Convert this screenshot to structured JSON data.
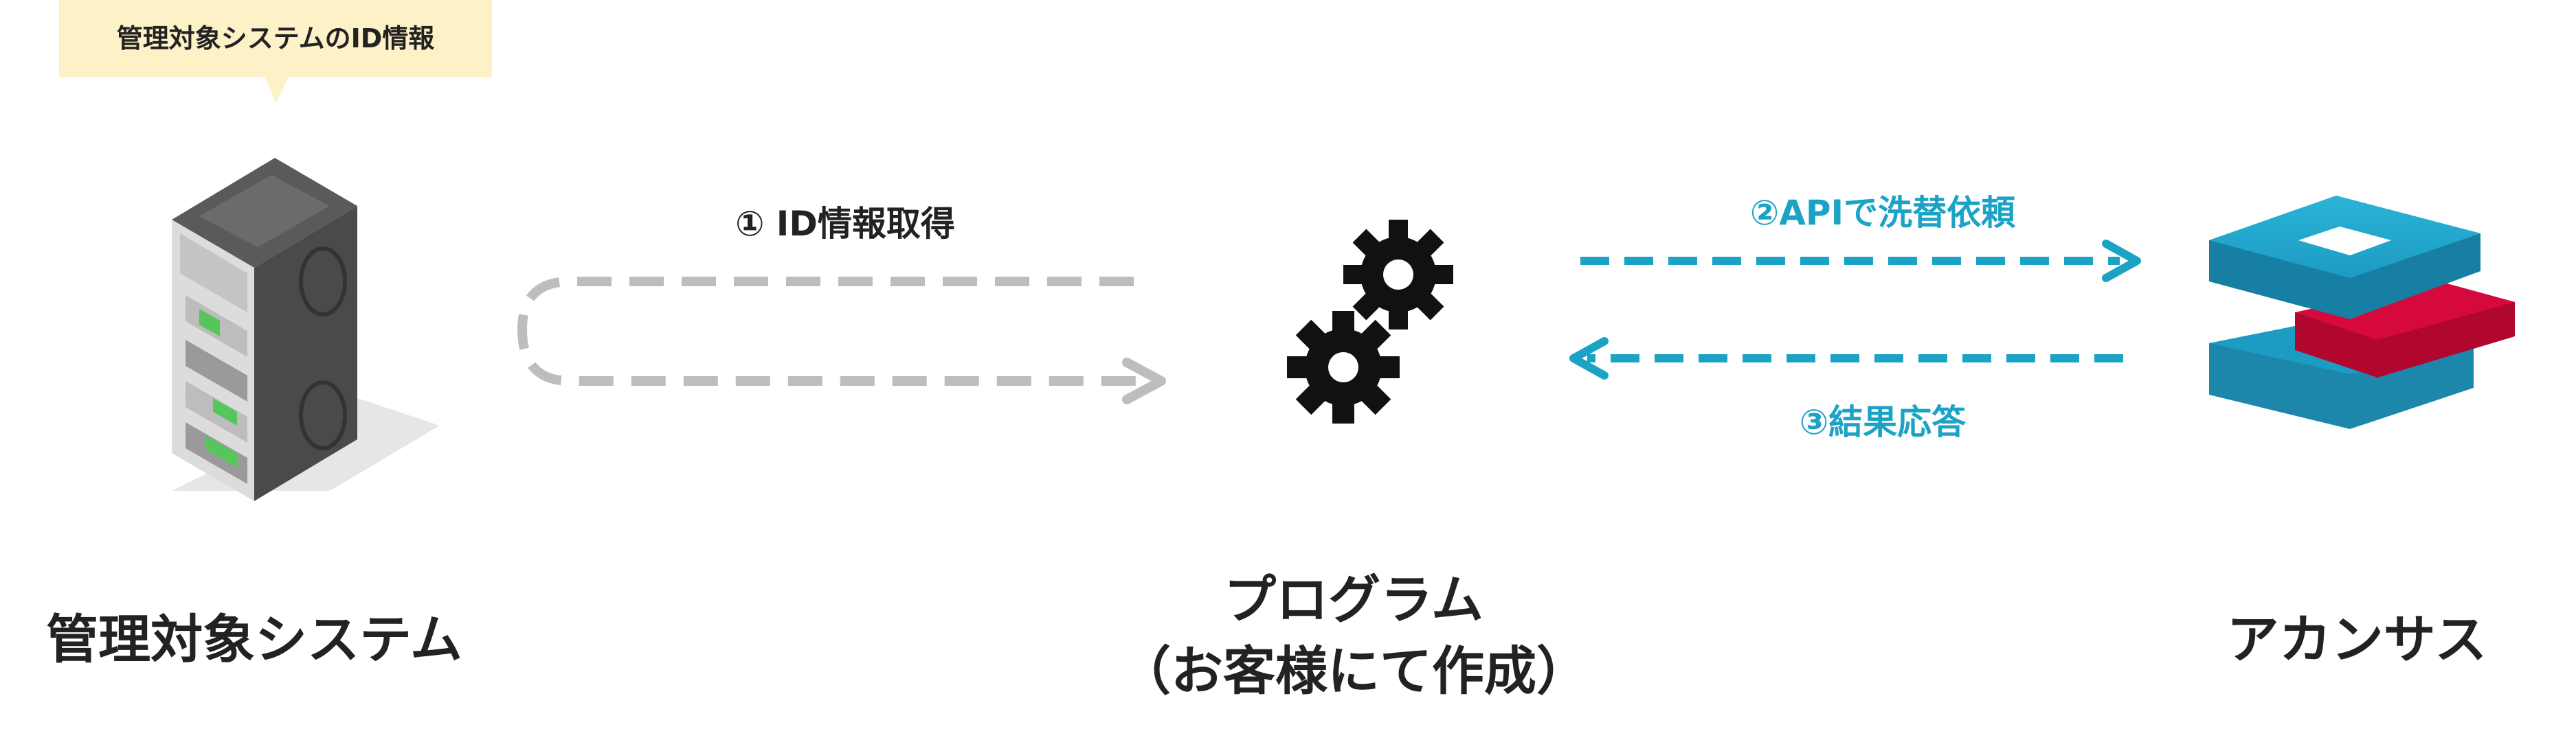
{
  "tooltip": {
    "text": "管理対象システムのID情報"
  },
  "steps": {
    "step1": "① ID情報取得",
    "step2": "②APIで洗替依頼",
    "step3": "③結果応答"
  },
  "nodes": {
    "managed_system": "管理対象システム",
    "program_line1": "プログラム",
    "program_line2": "（お客様にて作成）",
    "acansus": "アカンサス"
  },
  "colors": {
    "gray_arrow": "#bdbdbd",
    "teal_arrow": "#1ba3c6",
    "tooltip_bg": "#fdf1c8",
    "text_dark": "#222222",
    "logo_blue": "#1c9bc3",
    "logo_red": "#d6093c"
  },
  "icons": [
    "server-rack-icon",
    "gears-icon",
    "acansus-logo-icon"
  ]
}
